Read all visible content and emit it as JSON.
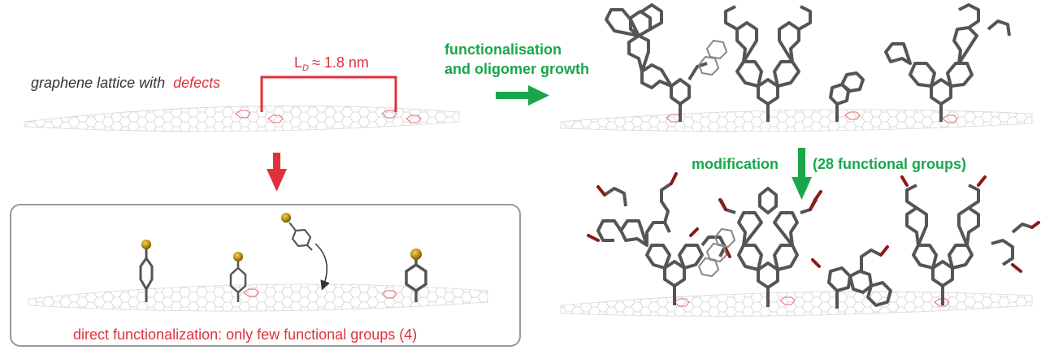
{
  "left_top": {
    "label_prefix": "graphene lattice with",
    "label_highlight": "defects",
    "distance_prefix": "L",
    "distance_subscript": "D",
    "distance_value": "≈ 1.8 nm"
  },
  "top_arrow": {
    "line1": "functionalisation",
    "line2": "and oligomer growth"
  },
  "right_arrow": {
    "label_left": "modification",
    "label_right": "(28 functional groups)"
  },
  "bottom_left": {
    "caption": "direct functionalization: only few functional groups (4)"
  },
  "colors": {
    "green": "#1aa64b",
    "red": "#e0313b",
    "lattice": "#c8c8c8",
    "lattice_defect": "#e56a6a",
    "molecule": "#5a5a5a",
    "gold": "#b8900e",
    "endgroup": "#8b1a1a"
  }
}
